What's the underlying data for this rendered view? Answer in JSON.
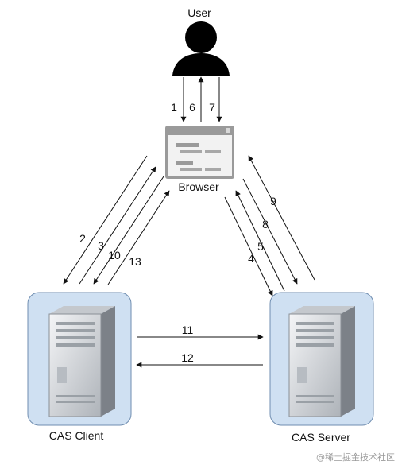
{
  "nodes": {
    "user": {
      "label": "User",
      "icon": "user-silhouette-icon"
    },
    "browser": {
      "label": "Browser",
      "icon": "browser-window-icon"
    },
    "cas_client": {
      "label": "CAS Client",
      "icon": "server-icon"
    },
    "cas_server": {
      "label": "CAS Server",
      "icon": "server-icon"
    }
  },
  "edges": [
    {
      "step": "1",
      "from": "User",
      "to": "Browser"
    },
    {
      "step": "6",
      "from": "Browser",
      "to": "User"
    },
    {
      "step": "7",
      "from": "User",
      "to": "Browser"
    },
    {
      "step": "2",
      "from": "Browser",
      "to": "CAS Client"
    },
    {
      "step": "3",
      "from": "CAS Client",
      "to": "Browser"
    },
    {
      "step": "10",
      "from": "Browser",
      "to": "CAS Client"
    },
    {
      "step": "13",
      "from": "CAS Client",
      "to": "Browser"
    },
    {
      "step": "4",
      "from": "Browser",
      "to": "CAS Server"
    },
    {
      "step": "5",
      "from": "CAS Server",
      "to": "Browser"
    },
    {
      "step": "8",
      "from": "Browser",
      "to": "CAS Server"
    },
    {
      "step": "9",
      "from": "CAS Server",
      "to": "Browser"
    },
    {
      "step": "11",
      "from": "CAS Client",
      "to": "CAS Server"
    },
    {
      "step": "12",
      "from": "CAS Server",
      "to": "CAS Client"
    }
  ],
  "watermark": "@稀土掘金技术社区",
  "colors": {
    "server_panel_fill": "#cfe0f2",
    "server_panel_stroke": "#6f8db0",
    "arrow": "#111111",
    "browser_frame": "#888888"
  }
}
